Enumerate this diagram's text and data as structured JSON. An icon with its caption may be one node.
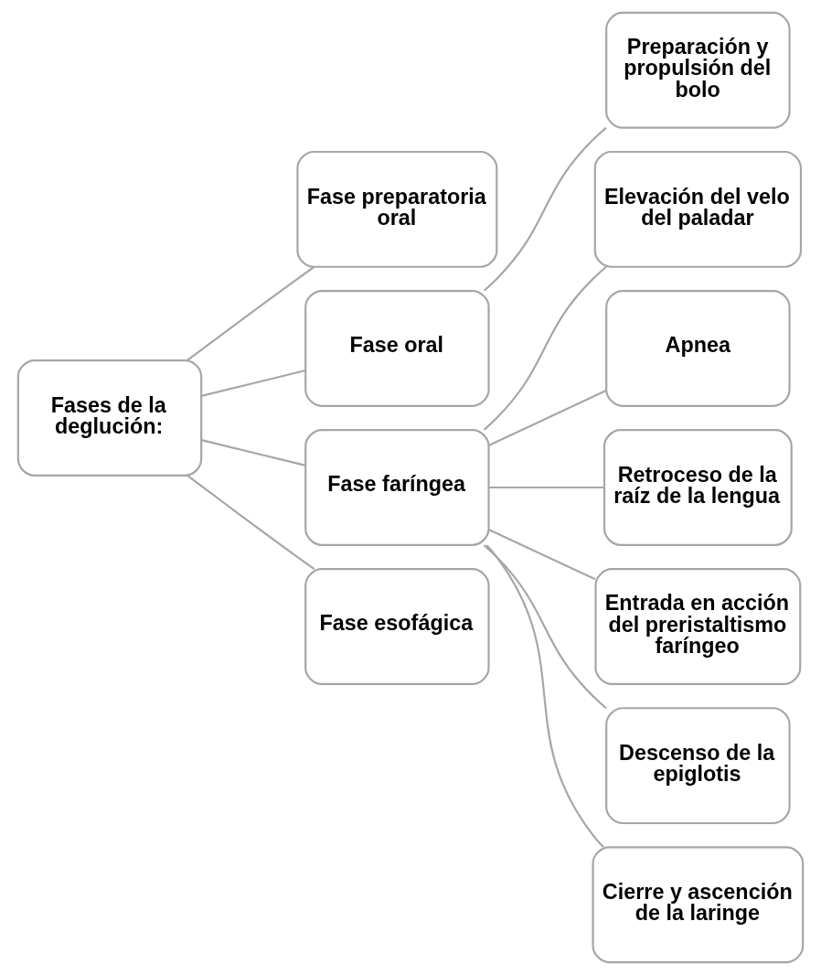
{
  "diagram": {
    "nodes": [
      {
        "text": [
          "Fases de la deglución:"
        ]
      },
      {
        "text": [
          "Fase preparatoria oral"
        ]
      },
      {
        "text": [
          "Fase oral"
        ]
      },
      {
        "text": [
          "Preparación y propulsión del bolo"
        ]
      },
      {
        "text": [
          "Fase faríngea"
        ]
      },
      {
        "text": [
          "Fase esofágica"
        ]
      },
      {
        "text": [
          "Elevación del velo del paladar"
        ]
      },
      {
        "text": [
          "Apnea"
        ]
      },
      {
        "text": [
          "Retroceso de la raíz de la lengua"
        ]
      },
      {
        "text": [
          "Entrada en acción del preristaltismo faríngeo"
        ]
      },
      {
        "text": [
          "Descenso de la epiglotis"
        ]
      },
      {
        "text": [
          "Cierre y ascención de la laringe"
        ]
      }
    ],
    "edges": [
      {
        "from": 0,
        "to": 1,
        "arrow": "none"
      },
      {
        "from": 0,
        "to": 2,
        "arrow": "none"
      },
      {
        "from": 0,
        "to": 4,
        "arrow": "none"
      },
      {
        "from": 0,
        "to": 5,
        "arrow": "none"
      },
      {
        "from": 2,
        "to": 3,
        "arrow": "none"
      },
      {
        "from": 4,
        "to": 6,
        "arrow": "none"
      },
      {
        "from": 4,
        "to": 7,
        "arrow": "none"
      },
      {
        "from": 4,
        "to": 8,
        "arrow": "none"
      },
      {
        "from": 4,
        "to": 9,
        "arrow": "none"
      },
      {
        "from": 4,
        "to": 10,
        "arrow": "none"
      },
      {
        "from": 4,
        "to": 11,
        "arrow": "none"
      }
    ]
  }
}
